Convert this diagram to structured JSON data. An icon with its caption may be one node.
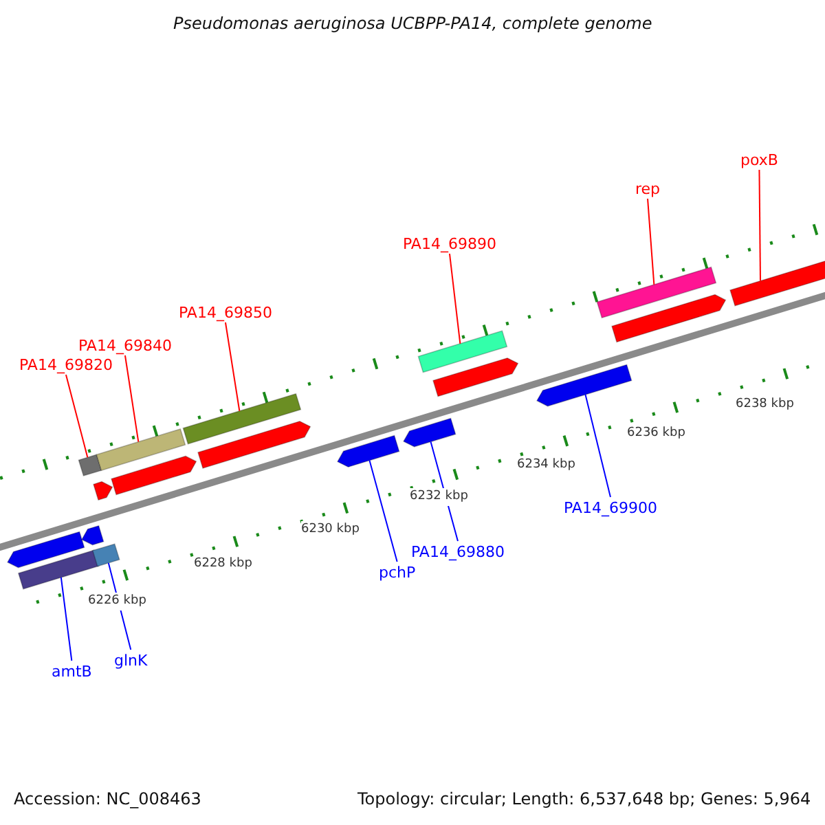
{
  "diagram": {
    "title": "Pseudomonas aeruginosa UCBPP-PA14, complete genome",
    "nodes": [
      {
        "text": [
          "PA14_69820"
        ]
      },
      {
        "text": [
          "PA14_69840"
        ]
      },
      {
        "text": [
          "PA14_69850"
        ]
      },
      {
        "text": [
          "PA14_69890"
        ]
      },
      {
        "text": [
          "rep"
        ]
      },
      {
        "text": [
          "poxB"
        ]
      },
      {
        "text": [
          "amtB"
        ]
      },
      {
        "text": [
          "glnK"
        ]
      },
      {
        "text": [
          "pchP"
        ]
      },
      {
        "text": [
          "PA14_69880"
        ]
      },
      {
        "text": [
          "PA14_69900"
        ]
      },
      {
        "text": [],
        "shape": "bar"
      },
      {
        "text": [],
        "shape": "bar"
      },
      {
        "text": [],
        "shape": "bar"
      },
      {
        "text": [],
        "shape": "bar"
      },
      {
        "text": [],
        "shape": "bar"
      },
      {
        "text": [],
        "shape": "bar"
      },
      {
        "text": [],
        "shape": "bar"
      },
      {
        "text": [],
        "shape": "bar"
      },
      {
        "text": [],
        "shape": "bar"
      },
      {
        "text": [],
        "shape": "bar"
      },
      {
        "text": [],
        "shape": "bar"
      },
      {
        "text": [],
        "shape": "bar"
      },
      {
        "text": [],
        "shape": "bar"
      },
      {
        "text": [],
        "shape": "bar"
      },
      {
        "text": [],
        "shape": "bar"
      },
      {
        "text": [],
        "shape": "bar"
      },
      {
        "text": [],
        "shape": "bar"
      },
      {
        "text": [],
        "shape": "bar"
      }
    ],
    "edges": [
      {
        "from": 0,
        "to": 11,
        "arrow": "none"
      },
      {
        "from": 1,
        "to": 12,
        "arrow": "none"
      },
      {
        "from": 2,
        "to": 13,
        "arrow": "none"
      },
      {
        "from": 3,
        "to": 14,
        "arrow": "none"
      },
      {
        "from": 4,
        "to": 15,
        "arrow": "none"
      },
      {
        "from": 5,
        "to": 16,
        "arrow": "none"
      },
      {
        "from": 6,
        "to": 17,
        "arrow": "none",
        "color": "#0000ff"
      },
      {
        "from": 7,
        "to": 18,
        "arrow": "none",
        "color": "#0000ff"
      },
      {
        "from": 8,
        "to": 19,
        "arrow": "none",
        "color": "#0000ff"
      },
      {
        "from": 9,
        "to": 20,
        "arrow": "none",
        "color": "#0000ff"
      },
      {
        "from": 10,
        "to": 21,
        "arrow": "none",
        "color": "#0000ff"
      }
    ],
    "labels": [
      "6226 kbp",
      "6228 kbp",
      "6230 kbp",
      "6232 kbp",
      "6234 kbp",
      "6236 kbp",
      "6238 kbp",
      "Accession: NC_008463",
      "Topology: circular; Length: 6,537,648 bp; Genes: 5,964"
    ]
  }
}
